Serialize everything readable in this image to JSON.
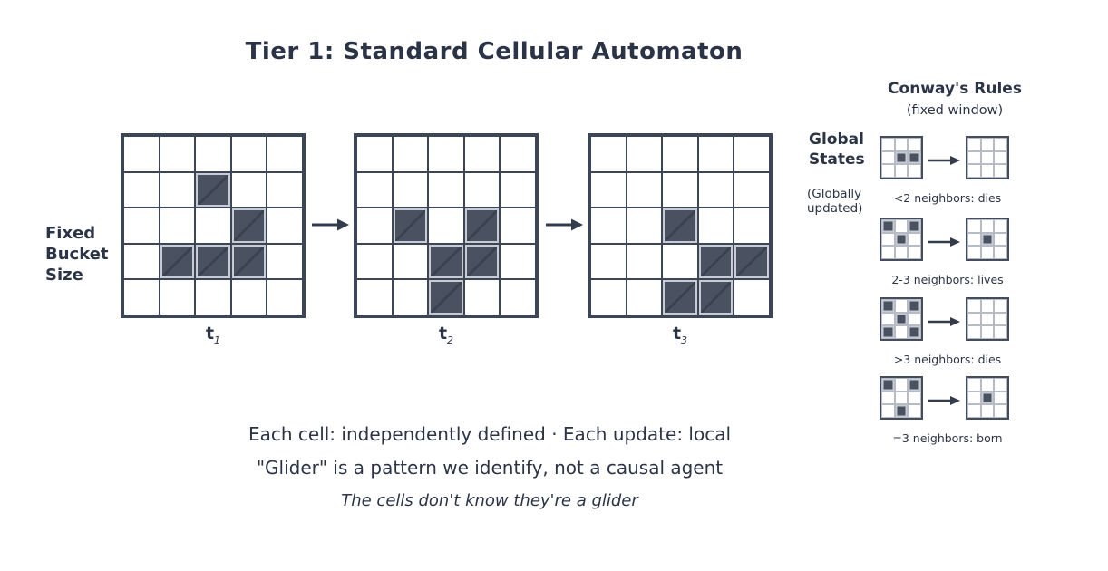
{
  "title": "Tier 1: Standard Cellular Automaton",
  "colors": {
    "ink": "#2b3447",
    "grid_line": "#3d4657",
    "live_cell_fill": "#4a5262",
    "live_cell_hatch": "#39414f",
    "live_cell_highlight": "#c7ccd4",
    "mini_grid_line": "#b6bbc6",
    "background": "#ffffff"
  },
  "left_label": "Fixed\nBucket\nSize",
  "timeline": {
    "frames": [
      {
        "label_base": "t",
        "label_sub": "1",
        "cells": [
          [
            0,
            0,
            0,
            0,
            0
          ],
          [
            0,
            0,
            1,
            0,
            0
          ],
          [
            0,
            0,
            0,
            1,
            0
          ],
          [
            0,
            1,
            1,
            1,
            0
          ],
          [
            0,
            0,
            0,
            0,
            0
          ]
        ]
      },
      {
        "label_base": "t",
        "label_sub": "2",
        "cells": [
          [
            0,
            0,
            0,
            0,
            0
          ],
          [
            0,
            0,
            0,
            0,
            0
          ],
          [
            0,
            1,
            0,
            1,
            0
          ],
          [
            0,
            0,
            1,
            1,
            0
          ],
          [
            0,
            0,
            1,
            0,
            0
          ]
        ]
      },
      {
        "label_base": "t",
        "label_sub": "3",
        "cells": [
          [
            0,
            0,
            0,
            0,
            0
          ],
          [
            0,
            0,
            0,
            0,
            0
          ],
          [
            0,
            0,
            1,
            0,
            0
          ],
          [
            0,
            0,
            0,
            1,
            1
          ],
          [
            0,
            0,
            1,
            1,
            0
          ]
        ]
      }
    ]
  },
  "rules_panel": {
    "title": "Conway's Rules",
    "subtitle": "(fixed window)",
    "side_label": "Global\nStates",
    "side_note": "(Globally\nupdated)",
    "rules": [
      {
        "caption": "<2 neighbors: dies",
        "before": [
          [
            0,
            0,
            0
          ],
          [
            0,
            1,
            1
          ],
          [
            0,
            0,
            0
          ]
        ],
        "after": [
          [
            0,
            0,
            0
          ],
          [
            0,
            0,
            0
          ],
          [
            0,
            0,
            0
          ]
        ]
      },
      {
        "caption": "2-3 neighbors: lives",
        "before": [
          [
            1,
            0,
            1
          ],
          [
            0,
            1,
            0
          ],
          [
            0,
            0,
            0
          ]
        ],
        "after": [
          [
            0,
            0,
            0
          ],
          [
            0,
            1,
            0
          ],
          [
            0,
            0,
            0
          ]
        ]
      },
      {
        "caption": ">3 neighbors: dies",
        "before": [
          [
            1,
            0,
            1
          ],
          [
            0,
            1,
            0
          ],
          [
            1,
            0,
            1
          ]
        ],
        "after": [
          [
            0,
            0,
            0
          ],
          [
            0,
            0,
            0
          ],
          [
            0,
            0,
            0
          ]
        ]
      },
      {
        "caption": "=3 neighbors: born",
        "before": [
          [
            1,
            0,
            1
          ],
          [
            0,
            0,
            0
          ],
          [
            0,
            1,
            0
          ]
        ],
        "after": [
          [
            0,
            0,
            0
          ],
          [
            0,
            1,
            0
          ],
          [
            0,
            0,
            0
          ]
        ]
      }
    ]
  },
  "footer": {
    "line1": "Each cell: independently defined · Each update: local",
    "line2": "\"Glider\" is a pattern we identify, not a causal agent",
    "line3": "The cells don't know they're a glider"
  }
}
